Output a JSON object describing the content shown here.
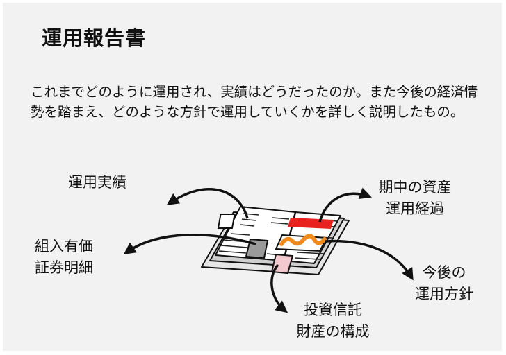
{
  "title": "運用報告書",
  "description": "これまでどのように運用され、実績はどうだったのか。また今後の経済情勢を踏まえ、どのような方針で運用していくかを詳しく説明したもの。",
  "labels": {
    "performance": "運用実績",
    "holdings_line1": "組入有価",
    "holdings_line2": "証券明細",
    "period_line1": "期中の資産",
    "period_line2": "運用経過",
    "policy_line1": "今後の",
    "policy_line2": "運用方針",
    "trust_line1": "投資信託",
    "trust_line2": "財産の構成"
  },
  "colors": {
    "panel_bg": "#f2f2f2",
    "highlight_red": "#e8231f",
    "highlight_orange": "#f08a1c",
    "pink_box": "#f2c9cf",
    "gray_box": "#9a9a9a"
  },
  "icon": "open-report-booklet-icon"
}
